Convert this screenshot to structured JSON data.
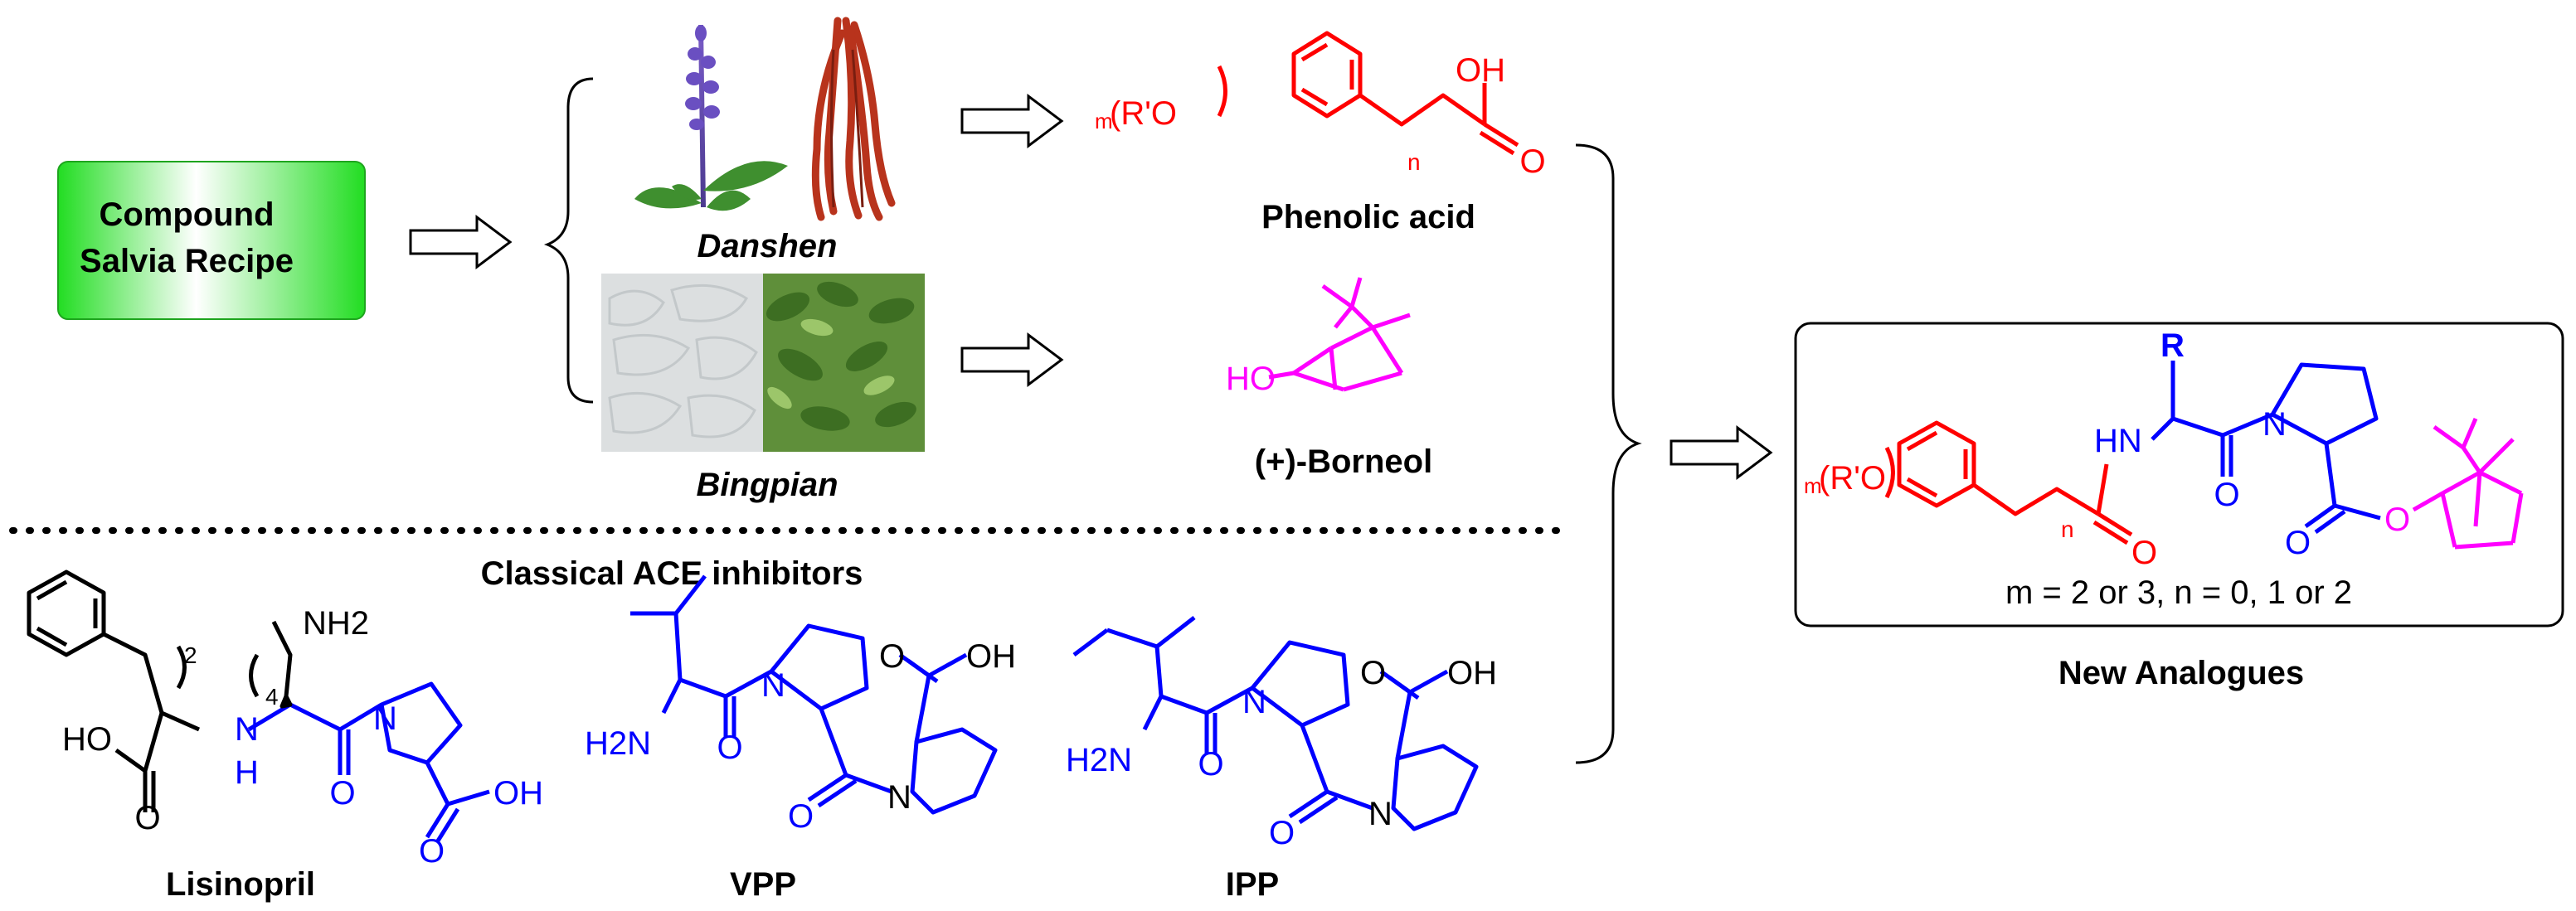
{
  "recipe": {
    "line1": "Compound",
    "line2": "Salvia Recipe"
  },
  "sources": {
    "danshen": "Danshen",
    "bingpian": "Bingpian"
  },
  "products": {
    "phenolic_acid": "Phenolic acid",
    "borneol": "(+)-Borneol"
  },
  "section_title": "Classical ACE inhibitors",
  "inhibitors": [
    "Lisinopril",
    "VPP",
    "IPP"
  ],
  "result": {
    "title": "New Analogues",
    "condition": "m = 2 or 3, n = 0, 1 or 2"
  },
  "atoms": {
    "mRO": "m(R'O",
    "OH": "OH",
    "O": "O",
    "n": "n",
    "HO": "HO",
    "HN": "HN",
    "N": "N",
    "H": "H",
    "R": "R",
    "NH2": "NH2",
    "H2N": "H2N",
    "sub2": "2",
    "sub4": "4"
  },
  "colors": {
    "red": "#ff0000",
    "blue": "#0000ff",
    "magenta": "#ff00ff",
    "black": "#000000",
    "green": "#22dd22"
  }
}
